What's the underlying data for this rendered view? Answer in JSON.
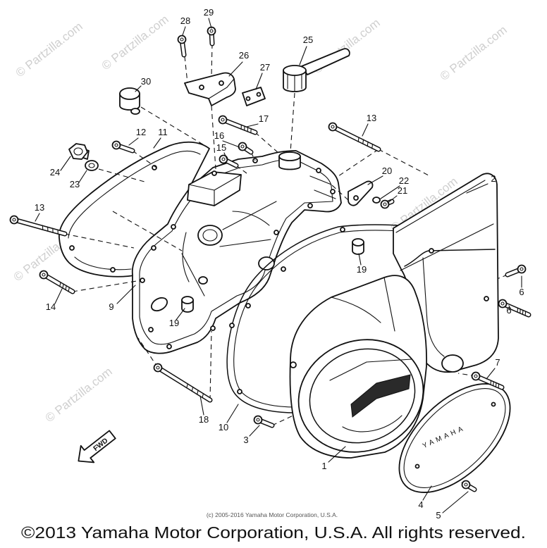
{
  "diagram": {
    "callouts": [
      "28",
      "29",
      "25",
      "26",
      "27",
      "30",
      "13",
      "17",
      "12",
      "11",
      "16",
      "15",
      "24",
      "23",
      "2",
      "20",
      "22",
      "21",
      "13",
      "19",
      "6",
      "6",
      "14",
      "9",
      "19",
      "7",
      "10",
      "18",
      "3",
      "1",
      "4",
      "5"
    ],
    "fwd_label": "FWD",
    "cover_brand": "YAMAHA",
    "watermark": "© Partzilla.com"
  },
  "footer": {
    "small_copyright": "(c) 2005-2016 Yamaha Motor Corporation, U.S.A.",
    "copyright": "©2013 Yamaha Motor Corporation, U.S.A. All rights reserved."
  },
  "colors": {
    "ink": "#111111",
    "watermark": "#cfcfcf",
    "background": "#ffffff"
  }
}
